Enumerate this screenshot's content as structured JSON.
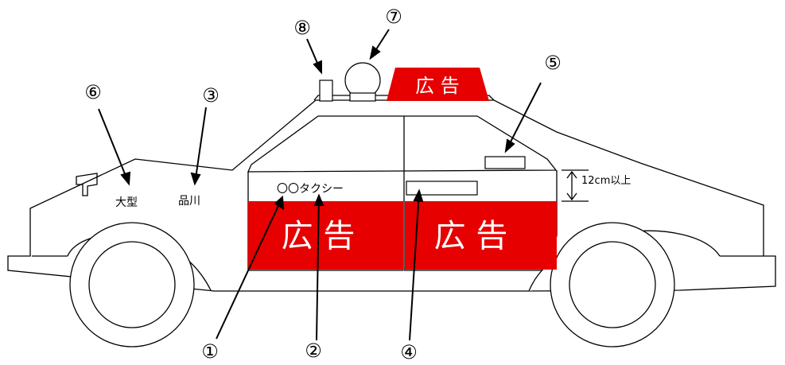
{
  "roof_sign": {
    "text": "広 告",
    "color": "#e60000"
  },
  "door_ads": {
    "front_text": "広 告",
    "rear_text": "広 告",
    "color": "#e60000"
  },
  "company_name": "〇〇タクシー",
  "plate": {
    "type": "大型",
    "region": "品川"
  },
  "dimension_label": "12cm以上",
  "callouts": [
    "①",
    "②",
    "③",
    "④",
    "⑤",
    "⑥",
    "⑦",
    "⑧"
  ]
}
